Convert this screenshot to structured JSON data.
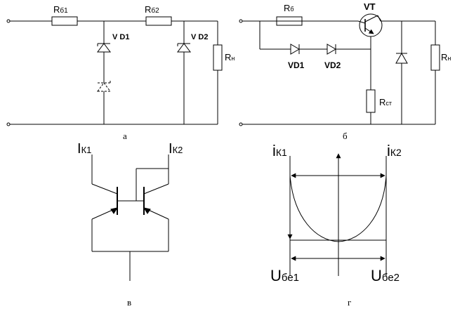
{
  "panels": {
    "a": {
      "caption": "а",
      "labels": {
        "rb1_main": "R",
        "rb1_sub": "б1",
        "rb2_main": "R",
        "rb2_sub": "б2",
        "vd1": "V D1",
        "vd2": "V D2",
        "rn_main": "R",
        "rn_sub": "н"
      }
    },
    "b": {
      "caption": "б",
      "labels": {
        "rb_main": "R",
        "rb_sub": "б",
        "vt": "VT",
        "vd1": "VD1",
        "vd2": "VD2",
        "rst_main": "R",
        "rst_sub": "ст",
        "rn_main": "R",
        "rn_sub": "н"
      }
    },
    "c": {
      "caption": "в",
      "labels": {
        "ik1_main": "I",
        "ik1_sub": "К1",
        "ik2_main": "I",
        "ik2_sub": "К2"
      }
    },
    "d": {
      "caption": "г",
      "labels": {
        "ik1_main": "i",
        "ik1_sub": "К1",
        "ik2_main": "i",
        "ik2_sub": "К2",
        "ube1_main": "U",
        "ube1_sub": "бе1",
        "ube2_main": "U",
        "ube2_sub": "бе2"
      }
    }
  }
}
